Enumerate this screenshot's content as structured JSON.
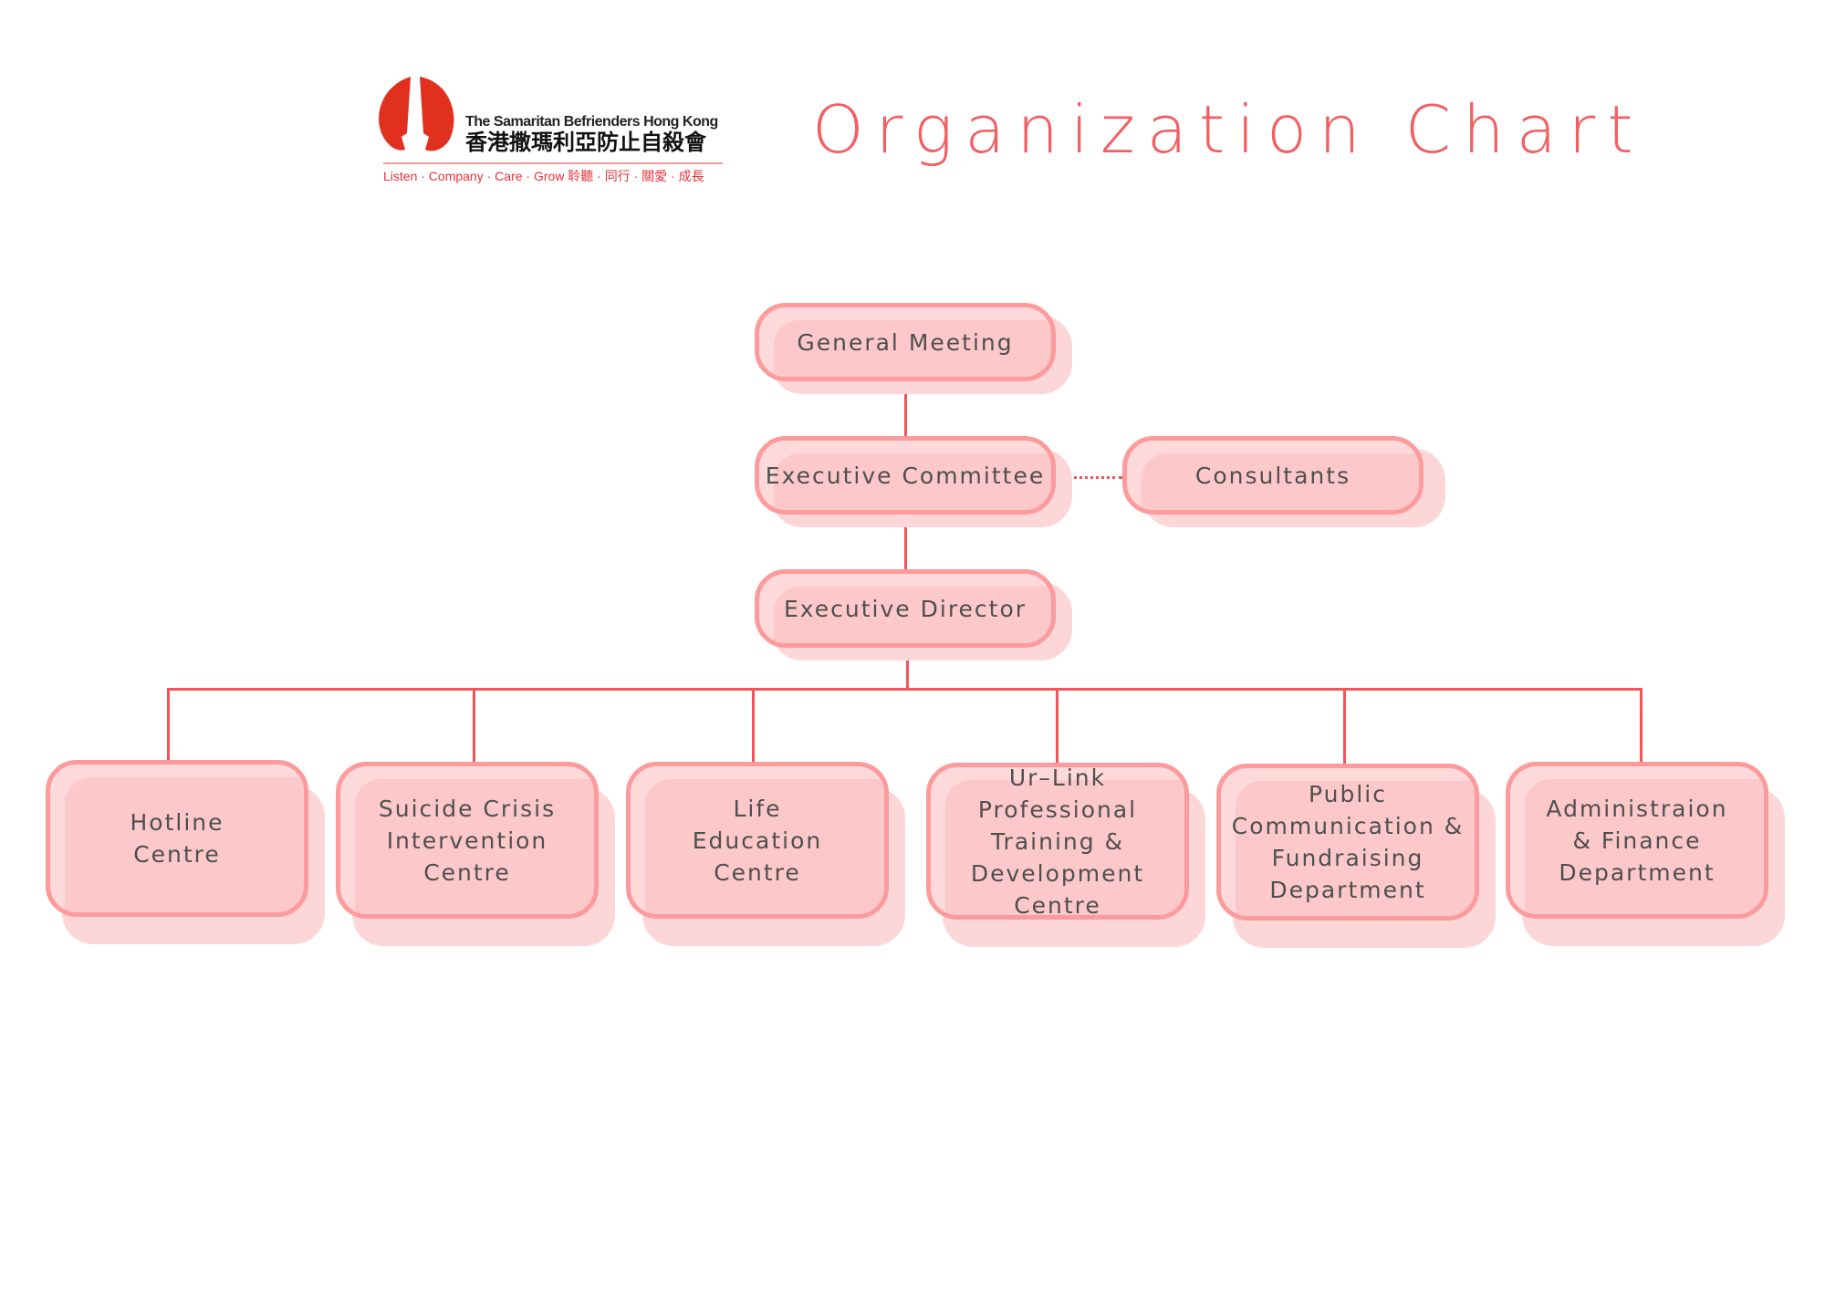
{
  "logo": {
    "name_en": "The Samaritan Befrienders Hong Kong",
    "name_zh": "香港撒瑪利亞防止自殺會",
    "motto": "Listen · Company · Care · Grow 聆聽 · 同行 · 關愛 · 成長"
  },
  "title": "Organization Chart",
  "colors": {
    "accent": "#f25f63",
    "box_fill": "#fcc8c9",
    "box_border": "#fd9a9c",
    "text": "#4f4f4f"
  },
  "nodes": {
    "general_meeting": "General Meeting",
    "executive_committee": "Executive Committee",
    "consultants": "Consultants",
    "executive_director": "Executive Director",
    "departments": [
      "Hotline\nCentre",
      "Suicide Crisis\nIntervention\nCentre",
      "Life\nEducation\nCentre",
      "Ur–Link\nProfessional\nTraining &\nDevelopment Centre",
      "Public\nCommunication &\nFundraising\nDepartment",
      "Administraion\n& Finance\nDepartment"
    ]
  }
}
